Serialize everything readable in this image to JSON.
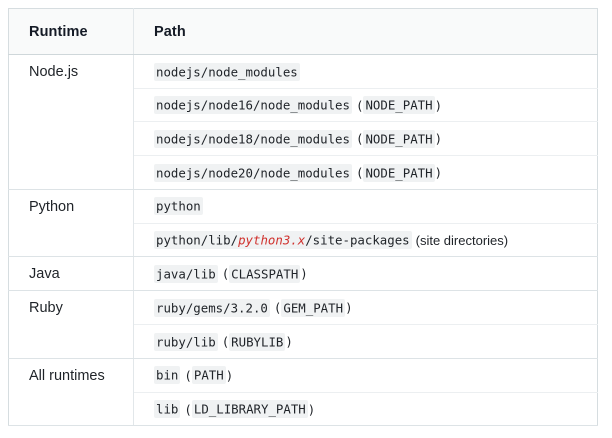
{
  "table": {
    "headers": [
      "Runtime",
      "Path"
    ],
    "groups": [
      {
        "runtime": "Node.js",
        "rows": [
          {
            "code": "nodejs/node_modules",
            "env": "",
            "note": ""
          },
          {
            "code": "nodejs/node16/node_modules",
            "env": "NODE_PATH",
            "note": ""
          },
          {
            "code": "nodejs/node18/node_modules",
            "env": "NODE_PATH",
            "note": ""
          },
          {
            "code": "nodejs/node20/node_modules",
            "env": "NODE_PATH",
            "note": ""
          }
        ]
      },
      {
        "runtime": "Python",
        "rows": [
          {
            "code": "python",
            "env": "",
            "note": ""
          },
          {
            "code_prefix": "python/lib/",
            "code_var": "python3.x",
            "code_suffix": "/site-packages",
            "env": "",
            "note": "(site directories)"
          }
        ]
      },
      {
        "runtime": "Java",
        "rows": [
          {
            "code": "java/lib",
            "env": "CLASSPATH",
            "note": ""
          }
        ]
      },
      {
        "runtime": "Ruby",
        "rows": [
          {
            "code": "ruby/gems/3.2.0",
            "env": "GEM_PATH",
            "note": ""
          },
          {
            "code": "ruby/lib",
            "env": "RUBYLIB",
            "note": ""
          }
        ]
      },
      {
        "runtime": "All runtimes",
        "rows": [
          {
            "code": "bin",
            "env": "PATH",
            "note": ""
          },
          {
            "code": "lib",
            "env": "LD_LIBRARY_PATH",
            "note": ""
          }
        ]
      }
    ]
  },
  "colors": {
    "border": "#d6dde0",
    "header_bg": "#f9fafa",
    "code_bg": "#f0f2f3",
    "variable_red": "#d0312d",
    "text": "#1f2328"
  }
}
